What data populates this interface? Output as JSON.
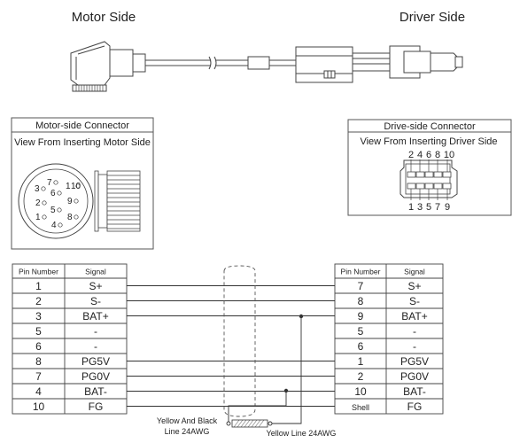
{
  "headings": {
    "motor_side": "Motor Side",
    "driver_side": "Driver Side"
  },
  "motor_connector": {
    "title": "Motor-side Connector",
    "subtitle": "View From Inserting Motor Side",
    "pins": [
      "7",
      "1",
      "3",
      "6",
      "10",
      "2",
      "9",
      "5",
      "1",
      "8",
      "4"
    ]
  },
  "drive_connector": {
    "title": "Drive-side Connector",
    "subtitle": "View From Inserting Driver Side",
    "top_pins": [
      "2",
      "4",
      "6",
      "8",
      "10"
    ],
    "bottom_pins": [
      "1",
      "3",
      "5",
      "7",
      "9"
    ]
  },
  "left_table": {
    "headers": [
      "Pin Number",
      "Signal"
    ],
    "rows": [
      {
        "pin": "1",
        "signal": "S+"
      },
      {
        "pin": "2",
        "signal": "S-"
      },
      {
        "pin": "3",
        "signal": "BAT+"
      },
      {
        "pin": "5",
        "signal": "-"
      },
      {
        "pin": "6",
        "signal": "-"
      },
      {
        "pin": "8",
        "signal": "PG5V"
      },
      {
        "pin": "7",
        "signal": "PG0V"
      },
      {
        "pin": "4",
        "signal": "BAT-"
      },
      {
        "pin": "10",
        "signal": "FG"
      }
    ]
  },
  "right_table": {
    "headers": [
      "Pin Number",
      "Signal"
    ],
    "rows": [
      {
        "pin": "7",
        "signal": "S+"
      },
      {
        "pin": "8",
        "signal": "S-"
      },
      {
        "pin": "9",
        "signal": "BAT+"
      },
      {
        "pin": "5",
        "signal": "-"
      },
      {
        "pin": "6",
        "signal": "-"
      },
      {
        "pin": "1",
        "signal": "PG5V"
      },
      {
        "pin": "2",
        "signal": "PG0V"
      },
      {
        "pin": "10",
        "signal": "BAT-"
      },
      {
        "pin": "Shell",
        "signal": "FG"
      }
    ]
  },
  "labels": {
    "yellow_black_1": "Yellow And Black",
    "yellow_black_2": "Line 24AWG",
    "yellow_line": "Yellow Line 24AWG"
  }
}
